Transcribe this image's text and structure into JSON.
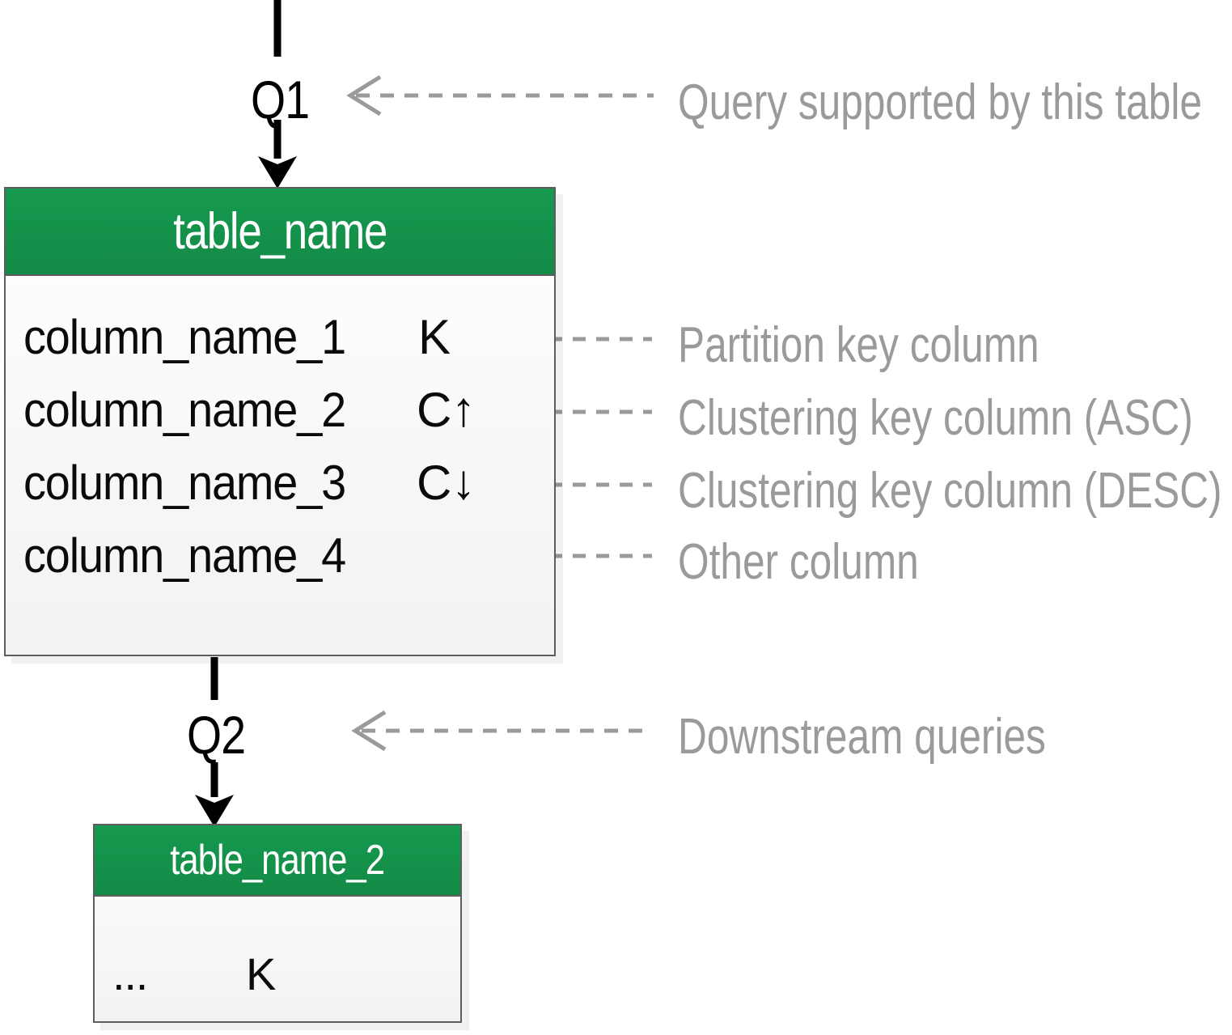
{
  "diagram": {
    "title": "Cassandra table / query chained diagram legend",
    "accent_green": "#138A46",
    "annotation_gray": "#9a9a9a",
    "border_gray": "#5d5d5d"
  },
  "queries": {
    "incoming": {
      "label": "Q1",
      "annotation": "Query supported by this table"
    },
    "outgoing": {
      "label": "Q2",
      "annotation": "Downstream queries"
    }
  },
  "main_table": {
    "name": "table_name",
    "columns": [
      {
        "name": "column_name_1",
        "key": "K",
        "arrow": "",
        "annotation": "Partition key column"
      },
      {
        "name": "column_name_2",
        "key": "C",
        "arrow": "↑",
        "annotation": "Clustering key column (ASC)"
      },
      {
        "name": "column_name_3",
        "key": "C",
        "arrow": "↓",
        "annotation": "Clustering key column (DESC)"
      },
      {
        "name": "column_name_4",
        "key": "",
        "arrow": "",
        "annotation": "Other column"
      }
    ]
  },
  "second_table": {
    "name": "table_name_2",
    "columns": [
      {
        "name": "...",
        "key": "K",
        "arrow": "",
        "annotation": ""
      }
    ]
  },
  "legend_symbols": {
    "partition_key": "K",
    "clustering_asc": "C↑",
    "clustering_desc": "C↓"
  }
}
